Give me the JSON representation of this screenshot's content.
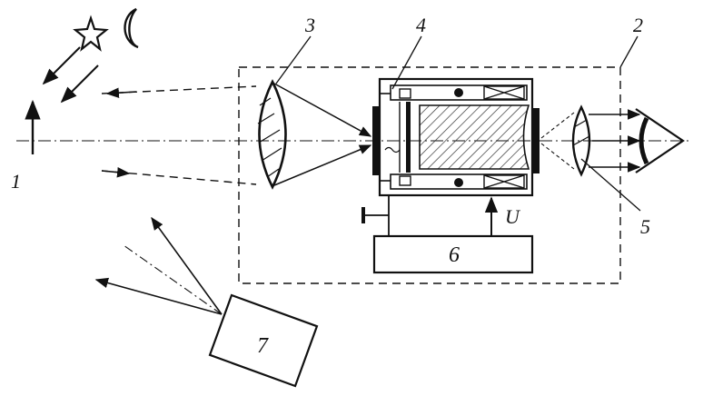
{
  "diagram": {
    "labels": {
      "l1": "1",
      "l2": "2",
      "l3": "3",
      "l4": "4",
      "l5": "5",
      "l6": "6",
      "l7": "7",
      "voltage": "U"
    },
    "icons": [
      "star-icon",
      "crescent-moon-icon",
      "eye-icon"
    ]
  }
}
